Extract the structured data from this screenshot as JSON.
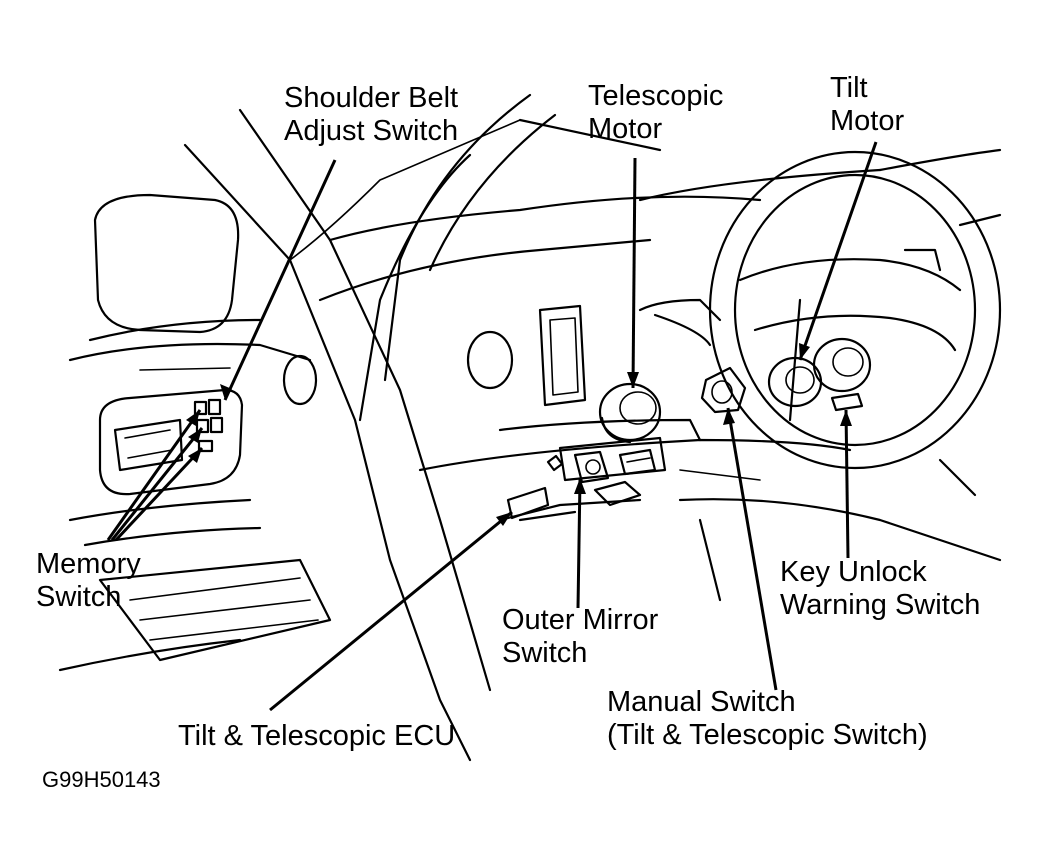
{
  "labels": {
    "shoulder_belt": [
      "Shoulder Belt",
      "Adjust Switch"
    ],
    "telescopic_motor": [
      "Telescopic",
      "Motor"
    ],
    "tilt_motor": [
      "Tilt",
      "Motor"
    ],
    "memory_switch": [
      "Memory",
      "Switch"
    ],
    "key_unlock": [
      "Key Unlock",
      "Warning Switch"
    ],
    "outer_mirror": [
      "Outer Mirror",
      "Switch"
    ],
    "manual_switch": [
      "Manual Switch",
      "(Tilt & Telescopic Switch)"
    ],
    "ecu": "Tilt & Telescopic ECU",
    "figure_code": "G99H50143"
  },
  "icons": {
    "steering_wheel": "steering-wheel-icon",
    "door_mirror": "mirror-icon",
    "door_handle": "door-handle-icon"
  },
  "colors": {
    "ink": "#000000",
    "background": "#ffffff"
  }
}
